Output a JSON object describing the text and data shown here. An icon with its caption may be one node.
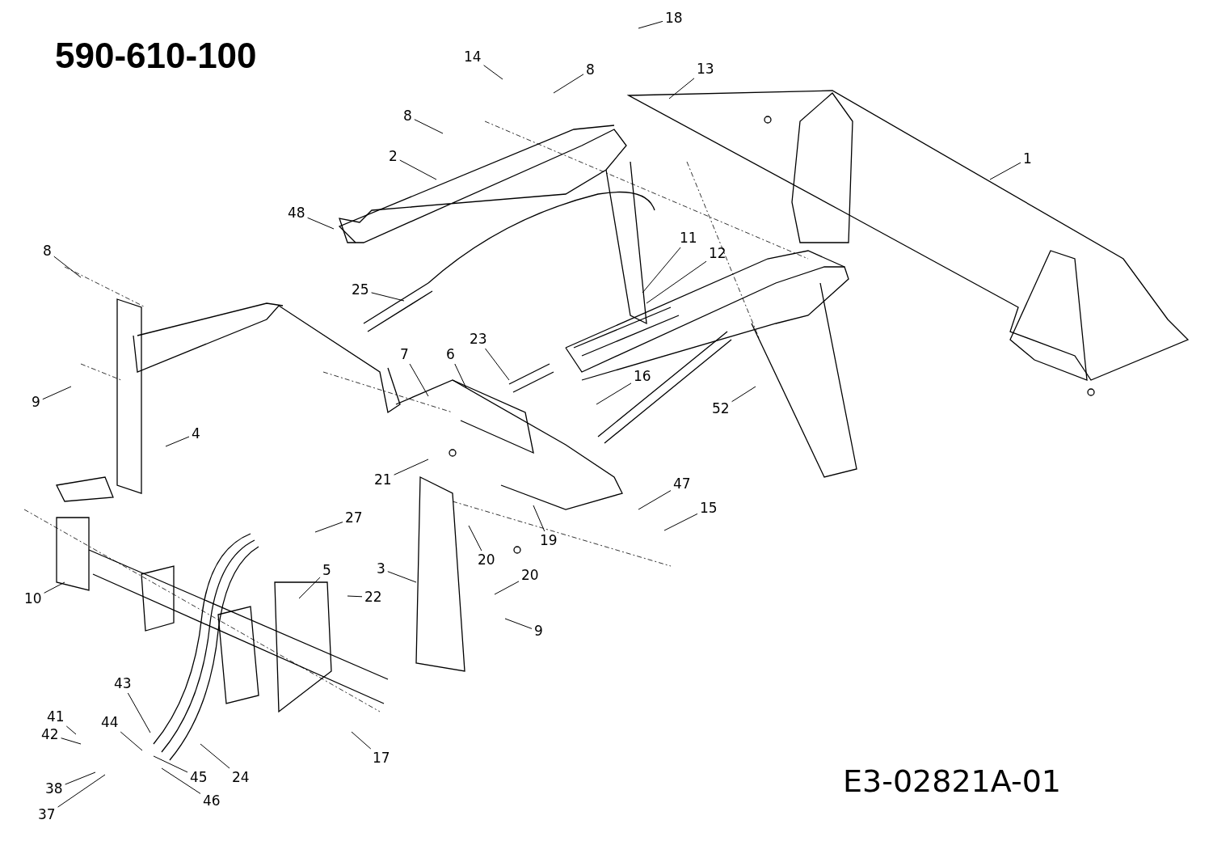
{
  "diagram": {
    "title": "590-610-100",
    "nodes": [
      {
        "text": [
          "18"
        ]
      },
      {
        "text": [
          "14"
        ]
      },
      {
        "text": [
          "8"
        ]
      },
      {
        "text": [
          "13"
        ]
      },
      {
        "text": [
          "8"
        ]
      },
      {
        "text": [
          "2"
        ]
      },
      {
        "text": [
          "1"
        ]
      },
      {
        "text": [
          "48"
        ]
      },
      {
        "text": [
          "11"
        ]
      },
      {
        "text": [
          "12"
        ]
      },
      {
        "text": [
          "8"
        ]
      },
      {
        "text": [
          "25"
        ]
      },
      {
        "text": [
          "23"
        ]
      },
      {
        "text": [
          "7"
        ]
      },
      {
        "text": [
          "6"
        ]
      },
      {
        "text": [
          "16"
        ]
      },
      {
        "text": [
          "9"
        ]
      },
      {
        "text": [
          "52"
        ]
      },
      {
        "text": [
          "4"
        ]
      },
      {
        "text": [
          "21"
        ]
      },
      {
        "text": [
          "47"
        ]
      },
      {
        "text": [
          "15"
        ]
      },
      {
        "text": [
          "27"
        ]
      },
      {
        "text": [
          "19"
        ]
      },
      {
        "text": [
          "20"
        ]
      },
      {
        "text": [
          "3"
        ]
      },
      {
        "text": [
          "5"
        ]
      },
      {
        "text": [
          "20"
        ]
      },
      {
        "text": [
          "22"
        ]
      },
      {
        "text": [
          "10"
        ]
      },
      {
        "text": [
          "9"
        ]
      },
      {
        "text": [
          "43"
        ]
      },
      {
        "text": [
          "17"
        ]
      },
      {
        "text": [
          "41"
        ]
      },
      {
        "text": [
          "44"
        ]
      },
      {
        "text": [
          "42"
        ]
      },
      {
        "text": [
          "45"
        ]
      },
      {
        "text": [
          "24"
        ]
      },
      {
        "text": [
          "46"
        ]
      },
      {
        "text": [
          "38"
        ]
      },
      {
        "text": [
          "37"
        ]
      }
    ],
    "edges": [
      {
        "from": 0,
        "to": null,
        "arrow": "none"
      },
      {
        "from": 1,
        "to": null,
        "arrow": "none"
      },
      {
        "from": 2,
        "to": null,
        "arrow": "none"
      },
      {
        "from": 3,
        "to": null,
        "arrow": "none"
      },
      {
        "from": 4,
        "to": null,
        "arrow": "none"
      },
      {
        "from": 5,
        "to": null,
        "arrow": "none"
      },
      {
        "from": 6,
        "to": null,
        "arrow": "none"
      },
      {
        "from": 7,
        "to": null,
        "arrow": "none"
      },
      {
        "from": 8,
        "to": null,
        "arrow": "none"
      },
      {
        "from": 9,
        "to": null,
        "arrow": "none"
      },
      {
        "from": 10,
        "to": null,
        "arrow": "none"
      },
      {
        "from": 11,
        "to": null,
        "arrow": "none"
      },
      {
        "from": 12,
        "to": null,
        "arrow": "none"
      },
      {
        "from": 13,
        "to": null,
        "arrow": "none"
      },
      {
        "from": 14,
        "to": null,
        "arrow": "none"
      },
      {
        "from": 15,
        "to": null,
        "arrow": "none"
      },
      {
        "from": 16,
        "to": null,
        "arrow": "none"
      },
      {
        "from": 17,
        "to": null,
        "arrow": "none"
      },
      {
        "from": 18,
        "to": null,
        "arrow": "none"
      },
      {
        "from": 19,
        "to": null,
        "arrow": "none"
      },
      {
        "from": 20,
        "to": null,
        "arrow": "none"
      },
      {
        "from": 21,
        "to": null,
        "arrow": "none"
      },
      {
        "from": 22,
        "to": null,
        "arrow": "none"
      },
      {
        "from": 23,
        "to": null,
        "arrow": "none"
      },
      {
        "from": 24,
        "to": null,
        "arrow": "none"
      },
      {
        "from": 25,
        "to": null,
        "arrow": "none"
      },
      {
        "from": 26,
        "to": null,
        "arrow": "none"
      },
      {
        "from": 27,
        "to": null,
        "arrow": "none"
      },
      {
        "from": 28,
        "to": null,
        "arrow": "none"
      },
      {
        "from": 29,
        "to": null,
        "arrow": "none"
      },
      {
        "from": 30,
        "to": null,
        "arrow": "none"
      },
      {
        "from": 31,
        "to": null,
        "arrow": "none"
      },
      {
        "from": 32,
        "to": null,
        "arrow": "none"
      },
      {
        "from": 33,
        "to": null,
        "arrow": "none"
      },
      {
        "from": 34,
        "to": null,
        "arrow": "none"
      },
      {
        "from": 35,
        "to": null,
        "arrow": "none"
      },
      {
        "from": 36,
        "to": null,
        "arrow": "none"
      },
      {
        "from": 37,
        "to": null,
        "arrow": "none"
      },
      {
        "from": 38,
        "to": null,
        "arrow": "none"
      },
      {
        "from": 39,
        "to": null,
        "arrow": "none"
      },
      {
        "from": 40,
        "to": null,
        "arrow": "none"
      }
    ],
    "labels": [
      "E3-02821A-01"
    ]
  }
}
